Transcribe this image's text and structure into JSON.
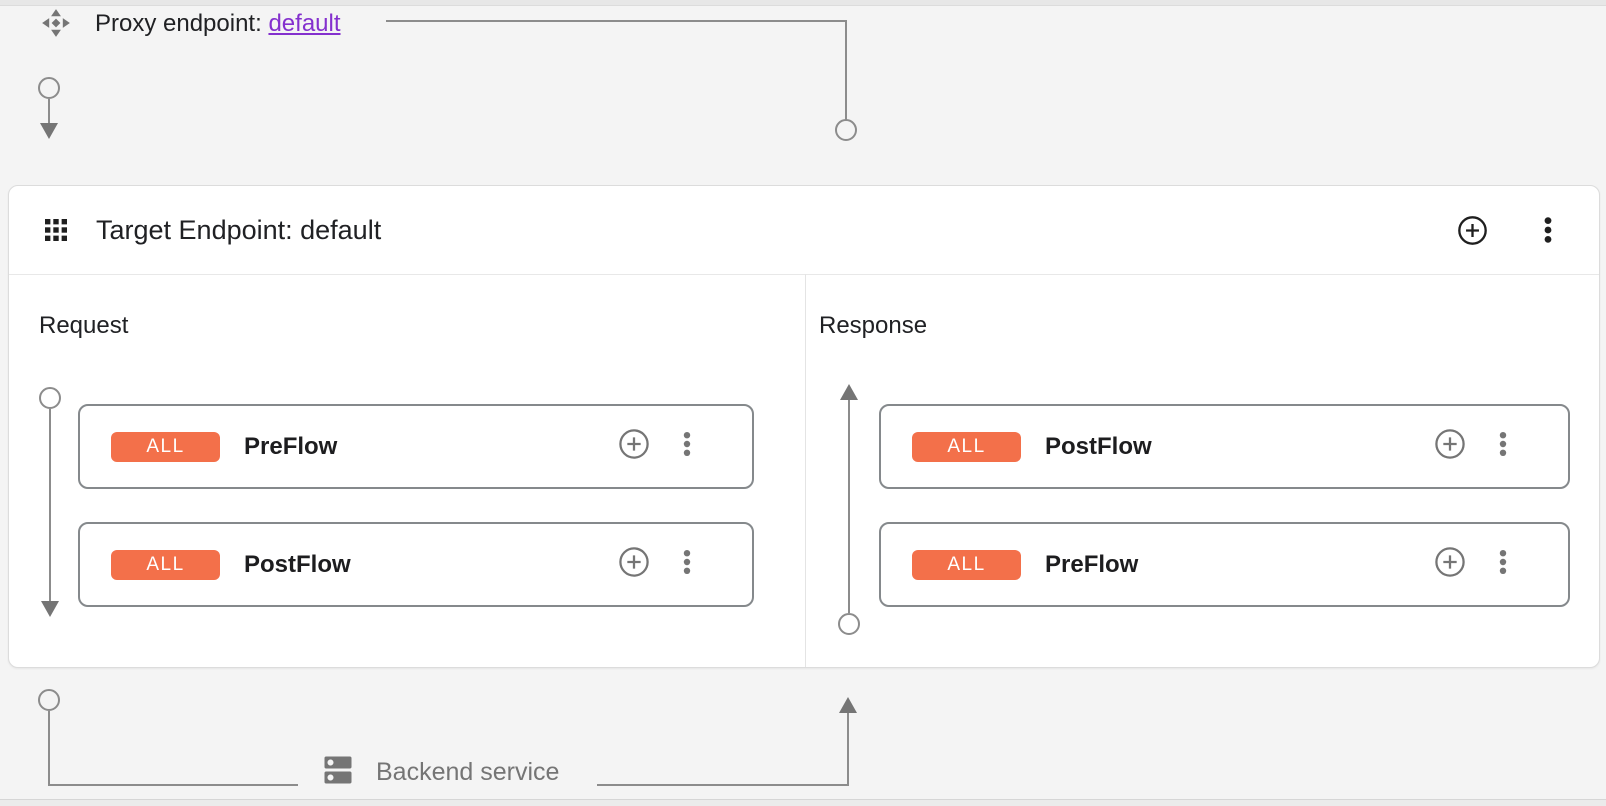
{
  "proxy_endpoint": {
    "label": "Proxy endpoint:",
    "link_text": "default"
  },
  "target_endpoint": {
    "title": "Target Endpoint: default"
  },
  "request_panel": {
    "title": "Request",
    "flows": [
      {
        "condition": "ALL",
        "name": "PreFlow"
      },
      {
        "condition": "ALL",
        "name": "PostFlow"
      }
    ]
  },
  "response_panel": {
    "title": "Response",
    "flows": [
      {
        "condition": "ALL",
        "name": "PostFlow"
      },
      {
        "condition": "ALL",
        "name": "PreFlow"
      }
    ]
  },
  "backend_service": {
    "label": "Backend service"
  },
  "icons": {
    "proxy_endpoint": "proxy-endpoint-icon",
    "target_endpoint": "apps-grid-icon",
    "add": "add-circle-icon",
    "menu": "three-dot-menu-icon",
    "backend": "server-dns-icon"
  },
  "colors": {
    "condition_badge": "#F3704A",
    "link": "#8430CE",
    "connector": "#8C8C8C",
    "text_primary": "#202124",
    "text_secondary": "#757575",
    "page_background": "#F4F4F4",
    "card_background": "#FFFFFF"
  }
}
